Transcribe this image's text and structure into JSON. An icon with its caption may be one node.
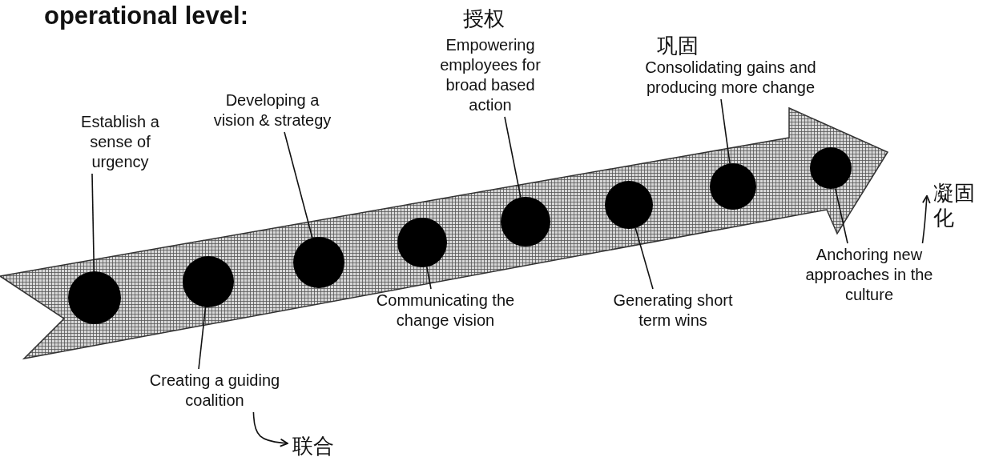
{
  "diagram": {
    "title": "operational level:",
    "nodes": [
      {
        "text": [
          "Establish a sense of urgency"
        ]
      },
      {
        "text": [
          "Creating a guiding coalition"
        ]
      },
      {
        "text": [
          "Developing a vision & strategy"
        ]
      },
      {
        "text": [
          "Communicating the change vision"
        ]
      },
      {
        "text": [
          "Empowering employees for broad based action"
        ]
      },
      {
        "text": [
          "Generating short term wins"
        ]
      },
      {
        "text": [
          "Consolidating gains and producing more change"
        ]
      },
      {
        "text": [
          "Anchoring new approaches in the culture"
        ]
      },
      {
        "text": [],
        "shape": "arrow"
      },
      {
        "text": [],
        "shape": "circle",
        "in": 8
      },
      {
        "text": [],
        "shape": "circle",
        "in": 8
      },
      {
        "text": [],
        "shape": "circle",
        "in": 8
      },
      {
        "text": [],
        "shape": "circle",
        "in": 8
      },
      {
        "text": [],
        "shape": "circle",
        "in": 8
      },
      {
        "text": [],
        "shape": "circle",
        "in": 8
      },
      {
        "text": [],
        "shape": "circle",
        "in": 8
      },
      {
        "text": [],
        "shape": "circle",
        "in": 8
      },
      {
        "text": [
          "授权"
        ]
      },
      {
        "text": [
          "巩固"
        ]
      },
      {
        "text": [
          "联合"
        ]
      },
      {
        "text": [
          "凝固化"
        ]
      }
    ],
    "edges": [
      {
        "from": 0,
        "to": 9,
        "arrow": "none"
      },
      {
        "from": 1,
        "to": 10,
        "arrow": "none"
      },
      {
        "from": 2,
        "to": 11,
        "arrow": "none"
      },
      {
        "from": 3,
        "to": 12,
        "arrow": "none"
      },
      {
        "from": 4,
        "to": 13,
        "arrow": "none"
      },
      {
        "from": 5,
        "to": 14,
        "arrow": "none"
      },
      {
        "from": 6,
        "to": 15,
        "arrow": "none"
      },
      {
        "from": 7,
        "to": 16,
        "arrow": "none"
      },
      {
        "from": 1,
        "to": 19,
        "arrow": "to"
      },
      {
        "from": 7,
        "to": 20,
        "arrow": "to"
      }
    ]
  }
}
